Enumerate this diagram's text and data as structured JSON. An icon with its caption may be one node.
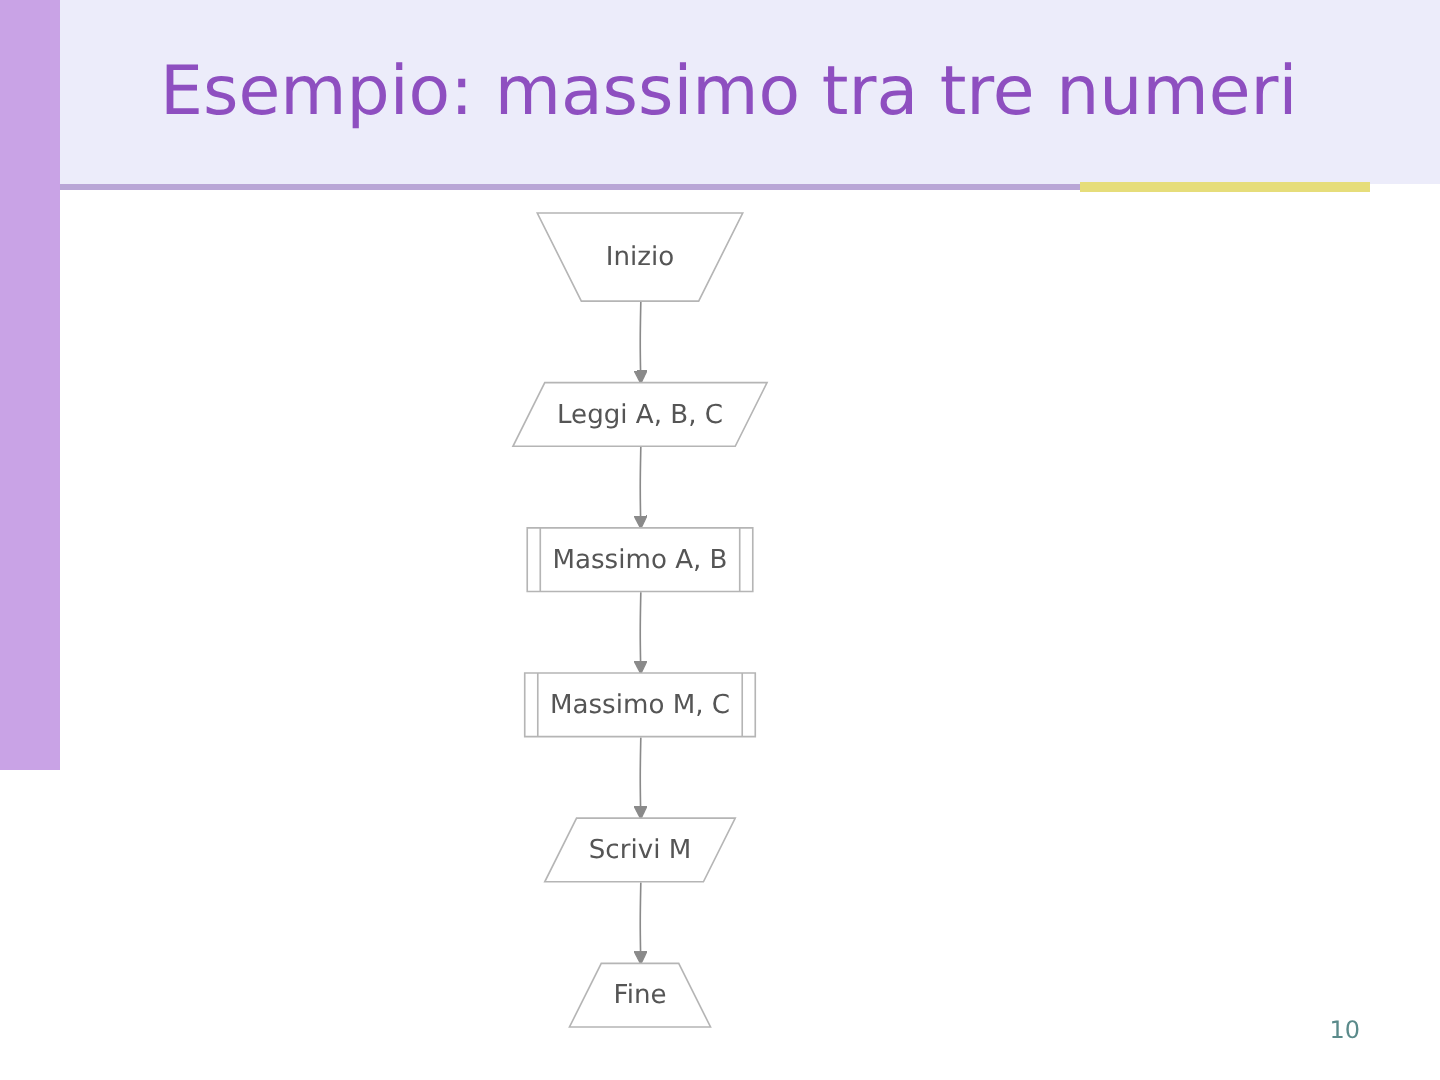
{
  "diagram": {
    "title": "Esempio: massimo tra tre numeri",
    "nodes": [
      {
        "text": [
          "Inizio"
        ]
      },
      {
        "text": [
          "Leggi A, B, C"
        ]
      },
      {
        "text": [
          "Massimo A, B"
        ]
      },
      {
        "text": [
          "Massimo M, C"
        ]
      },
      {
        "text": [
          "Scrivi M"
        ]
      },
      {
        "text": [
          "Fine"
        ]
      }
    ],
    "edges": [
      {
        "from": 0,
        "to": 1,
        "arrow": "to"
      },
      {
        "from": 1,
        "to": 2,
        "arrow": "to"
      },
      {
        "from": 2,
        "to": 3,
        "arrow": "to"
      },
      {
        "from": 3,
        "to": 4,
        "arrow": "to"
      },
      {
        "from": 4,
        "to": 5,
        "arrow": "to"
      }
    ],
    "labels": [
      "10"
    ]
  }
}
